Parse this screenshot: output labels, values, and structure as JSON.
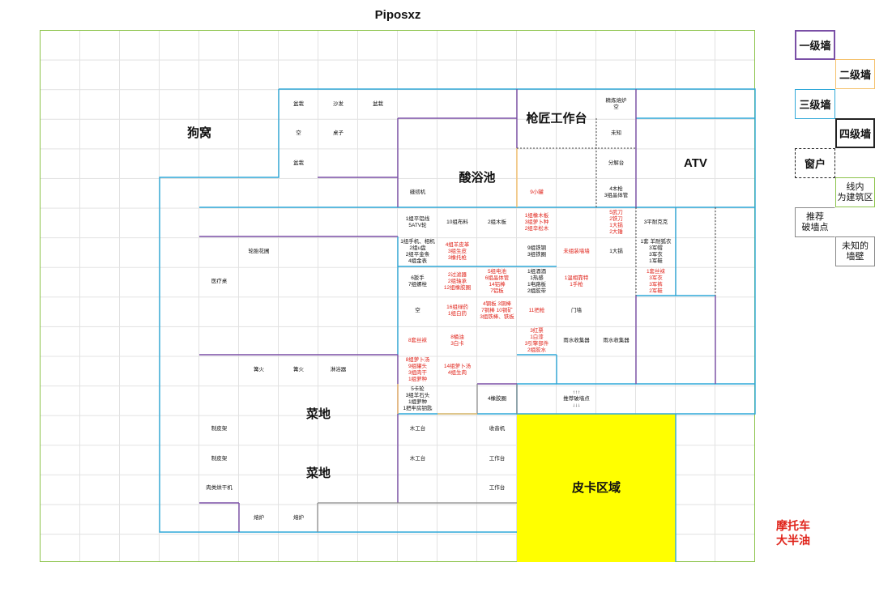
{
  "title": "Piposxz",
  "colors": {
    "wall1": "#7a4fa6",
    "wall2": "#f5c16c",
    "wall3": "#2fa8d8",
    "wall4": "#222222",
    "window": "#222222",
    "building_line": "#8bc34a",
    "breach": "#888888",
    "unknown": "#888888",
    "pickup_fill": "#ffff00",
    "warning_text": "#e0241b"
  },
  "legend": {
    "wall1": "一级墙",
    "wall2": "二级墙",
    "wall3": "三级墙",
    "wall4": "四级墙",
    "window": "窗户",
    "build_zone": "线内\n为建筑区",
    "breach_point": "推荐\n破墙点",
    "unknown_wall": "未知的\n墙壁"
  },
  "rooms": {
    "dog_house": "狗窝",
    "gunsmith": "枪匠工作台",
    "acid_bath": "酸浴池",
    "atv": "ATV",
    "garden1": "菜地",
    "garden2": "菜地",
    "pickup_zone": "皮卡区域"
  },
  "labels": {
    "potted1": "盆栽",
    "sofa": "沙发",
    "potted2": "盆栽",
    "furnace_empty": "精炼熔炉\n空",
    "empty_top": "空",
    "table": "桌子",
    "unknown_top": "未知",
    "potted3": "盆栽",
    "disassembler": "分解台",
    "sewing": "缝纫机",
    "small_box9": "9小罐",
    "wood_guns": "4木枪\n3组晶体管",
    "wheel_garden": "轮胎花圃",
    "medical_bed": "医疗桌",
    "c1": "1组平铝线\n5ATV轮",
    "c2": "10组布料",
    "c3": "2组木板",
    "c4": "1组橡木板\n3组萝卜种\n2组辛松木",
    "c5": "5武刀\n2铁刀\n1大锅\n2大锤",
    "c6": "3平耐克克",
    "c7": "1组手机、相机\n2组u盘\n2组平金条\n4组金表",
    "c8": "4组羊皮革\n3组生皮\n3橡托枪",
    "c9": "9组铁钢\n3组铁圈",
    "c10": "未组装墙墙",
    "c11": "1大锅",
    "c12": "1套 羊耐狐衣\n3军帽\n3军衣\n1军鞋",
    "c13": "6扳手\n7组螺栓",
    "c14": "2过滤器\n2组轴承\n12组橡胶圈",
    "c15": "5组电池\n6组晶体管\n14铝棒\n7铝板",
    "c16": "1组酒酒\n1热感\n1电路板\n2组胶带",
    "c17": "1温相靠特\n1手枪",
    "c18": "1套丝袜\n3军衣\n3军裤\n2军鞋",
    "c19": "空",
    "c20": "16组绿药\n1组白药",
    "c21": "4钢板 3铜棒\n7铜棒 10铜矿\n3组铁棒、铁板",
    "c22": "11把枪",
    "c23": "门墙",
    "c24": "8套丝袜",
    "c25": "8桶油\n3白卡",
    "c26": "3红票\n1白漆\n3引擎部件\n2组胶水",
    "c27": "雨水收集器",
    "c28": "雨水收集器",
    "campfire1": "篝火",
    "campfire2": "篝火",
    "shower": "淋浴器",
    "c29": "8组萝卜汤\n9组罐头\n3组肉干\n1组萝种",
    "c30": "14组萝卜汤\n4组生肉",
    "c31": "5卡轮\n3组羊石头\n1组萝种\n1把牢房钥匙",
    "c32": "4橡胶圈",
    "breach_rec": "↑↑↑\n推荐破墙点\n↓↓↓",
    "tanner1": "制皮架",
    "tanner2": "制皮架",
    "meat_dryer": "肉类烘干机",
    "workbench1": "木工台",
    "workbench2": "木工台",
    "recycler": "收音机",
    "workbench3": "工作台",
    "workbench4": "工作台",
    "furnace1": "熔炉",
    "furnace2": "熔炉"
  },
  "note": "摩托车\n大半油"
}
